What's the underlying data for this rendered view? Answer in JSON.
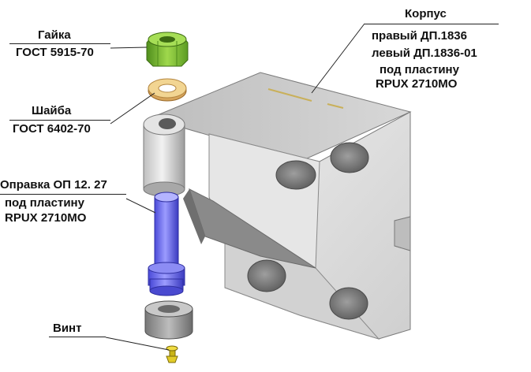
{
  "callouts": {
    "body": {
      "title": "Корпус",
      "lines": [
        "правый ДП.1836",
        "левый ДП.1836-01",
        "под пластину",
        "RPUX 2710МО"
      ]
    },
    "nut": {
      "name": "Гайка",
      "standard": "ГОСТ 5915-70"
    },
    "washer": {
      "name": "Шайба",
      "standard": "ГОСТ 6402-70"
    },
    "mandrel": {
      "name": "Оправка  ОП 12. 27",
      "lines": [
        "под пластину",
        "RPUX 2710МО"
      ]
    },
    "screw": {
      "name": "Винт"
    }
  },
  "colors": {
    "body_light": "#dcdcdc",
    "body_mid": "#c4c4c4",
    "body_shadow": "#8a8a8a",
    "nut": "#7cb832",
    "washer": "#e8c27a",
    "mandrel": "#6666ee",
    "base_ring": "#9a9a9a",
    "screw": "#d6c21a"
  }
}
